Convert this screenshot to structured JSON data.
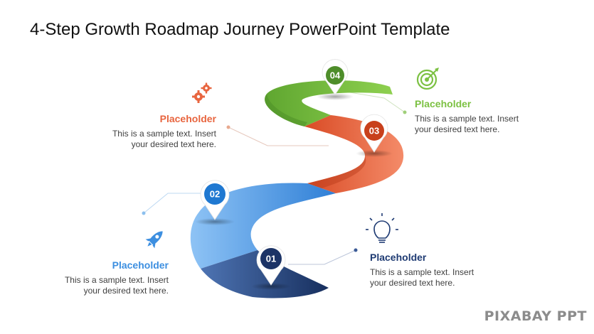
{
  "slide": {
    "title": "4-Step Growth Roadmap Journey PowerPoint Template",
    "colors": {
      "step1": "#1f3b73",
      "step2": "#3d8fe0",
      "step3": "#e8653f",
      "step4": "#7cc143",
      "text": "#404040"
    },
    "steps": [
      {
        "number": "01",
        "icon": "lightbulb-icon",
        "heading": "Placeholder",
        "body_line1": "This is a sample text. Insert",
        "body_line2": "your desired text here."
      },
      {
        "number": "02",
        "icon": "rocket-icon",
        "heading": "Placeholder",
        "body_line1": "This is a sample text. Insert",
        "body_line2": "your desired text here."
      },
      {
        "number": "03",
        "icon": "gears-icon",
        "heading": "Placeholder",
        "body_line1": "This is a sample text. Insert",
        "body_line2": "your desired text here."
      },
      {
        "number": "04",
        "icon": "target-icon",
        "heading": "Placeholder",
        "body_line1": "This is a sample text. Insert",
        "body_line2": "your desired text here."
      }
    ],
    "watermark": "PIXABAY PPT"
  }
}
